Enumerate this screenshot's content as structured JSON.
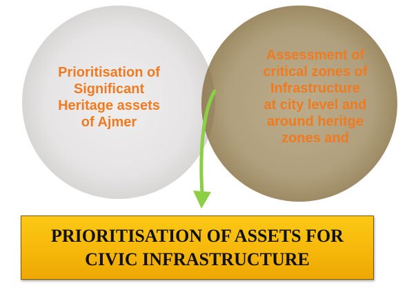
{
  "diagram": {
    "left_circle": {
      "text": "Prioritisation of\nSignificant\nHeritage assets\nof Ajmer",
      "color": "#e8e6e6"
    },
    "right_circle": {
      "text": "Assessment of\ncritical zones of\nInfrastructure\nat city level and\naround heritge\nzones and",
      "color": "#b2a17f"
    },
    "text_color": "#f07a1f",
    "arrow_color": "#8ccf45",
    "result": {
      "text": "PRIORITISATION OF ASSETS FOR\nCIVIC INFRASTRUCTURE",
      "color": "#f6b80a"
    }
  }
}
